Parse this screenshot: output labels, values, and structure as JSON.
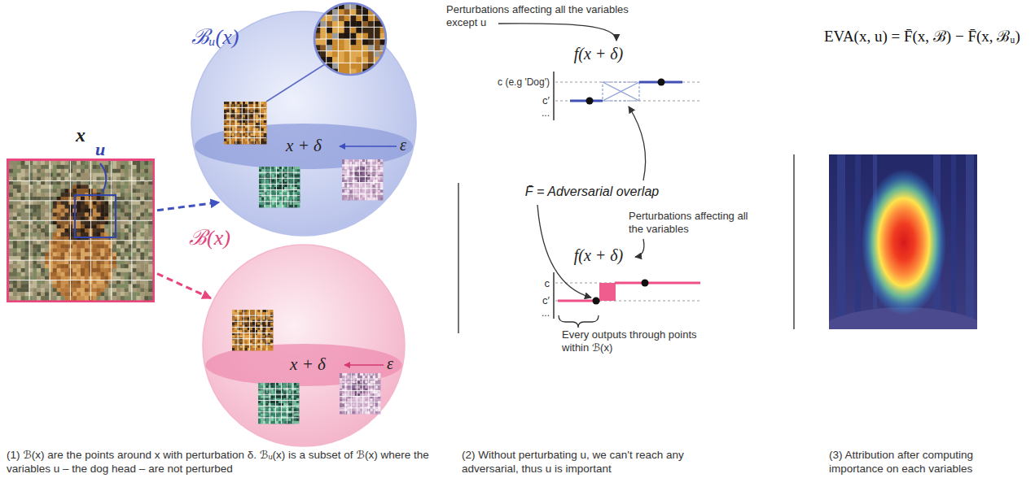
{
  "diagram": {
    "nodes": [
      {
        "text": [
          "x"
        ]
      },
      {
        "text": [
          "u"
        ],
        "in": 0
      },
      {
        "text": [
          "ℬᵤ(x)",
          "x + δ",
          "ε"
        ]
      },
      {
        "text": [
          "ℬ(x)",
          "x + δ",
          "ε"
        ]
      }
    ],
    "edges": [
      {
        "from": 0,
        "to": 2,
        "arrow": "to"
      },
      {
        "from": 0,
        "to": 3,
        "arrow": "to"
      }
    ],
    "labels": [
      "Perturbations affecting all the variables except u",
      "f(x + δ)",
      "c (e.g 'Dog')",
      "c′",
      "...",
      "F̄ = Adversarial overlap",
      "Perturbations affecting all the variables",
      "f(x + δ)",
      "c",
      "c′",
      "...",
      "Every outputs through points within ℬ(x)",
      "EVA(x, u) = F̄(x, ℬ) − F̄(x, ℬᵤ)",
      "(1) ℬ(x) are the points around x with perturbation δ. ℬᵤ(x) is a subset of ℬ(x) where the variables u – the dog head – are not perturbed",
      "(2) Without perturbating u, we can't reach any adversarial, thus u is important",
      "(3) Attribution after computing importance on each variables"
    ]
  }
}
